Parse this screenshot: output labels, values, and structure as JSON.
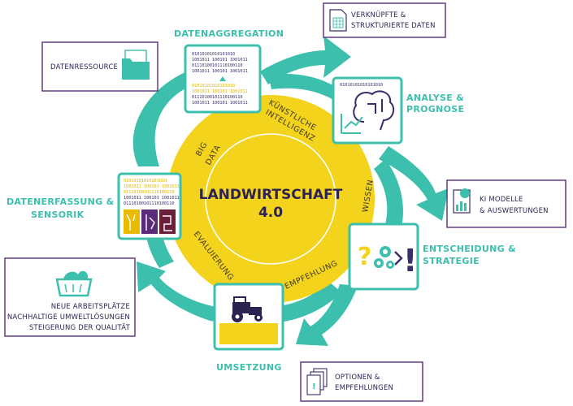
{
  "center": {
    "title_line1": "LANDWIRTSCHAFT",
    "title_line2": "4.0"
  },
  "ring_labels": {
    "big_data_1": "BIG",
    "big_data_2": "DATA",
    "ki_1": "KÜNSTLICHE",
    "ki_2": "INTELLIGENZ",
    "wissen": "WISSEN",
    "empfehlung": "EMPFEHLUNG",
    "evaluierung": "EVALUIERUNG"
  },
  "stages": {
    "datenaggregation": "DATENAGGREGATION",
    "analyse_1": "ANALYSE &",
    "analyse_2": "PROGNOSE",
    "entscheidung_1": "ENTSCHEIDUNG &",
    "entscheidung_2": "STRATEGIE",
    "umsetzung": "UMSETZUNG",
    "datenerfassung_1": "DATENERFASSUNG &",
    "datenerfassung_2": "SENSORIK"
  },
  "outputs": {
    "datenressource": "DATENRESSOURCE",
    "verknuepfte_1": "VERKNÜPFTE &",
    "verknuepfte_2": "STRUKTURIERTE DATEN",
    "ki_modelle_1": "KI MODELLE",
    "ki_modelle_2": "& AUSWERTUNGEN",
    "optionen_1": "OPTIONEN &",
    "optionen_2": "EMPFEHLUNGEN",
    "nutzen_1": "NEUE ARBEITSPLÄTZE",
    "nutzen_2": "NACHHALTIGE UMWELTLÖSUNGEN",
    "nutzen_3": "STEIGERUNG DER QUALITÄT"
  },
  "binary_rows": [
    "01010101010101010",
    "1001011 100101 1001011",
    "01110100101110100110",
    "1001011 100101 1001011",
    "01110100101110100110"
  ],
  "colors": {
    "teal": "#3dbfae",
    "yellow": "#f4d31c",
    "dark_yellow": "#e9bb00",
    "purple": "#5b2a7a",
    "navy": "#2b2352"
  }
}
